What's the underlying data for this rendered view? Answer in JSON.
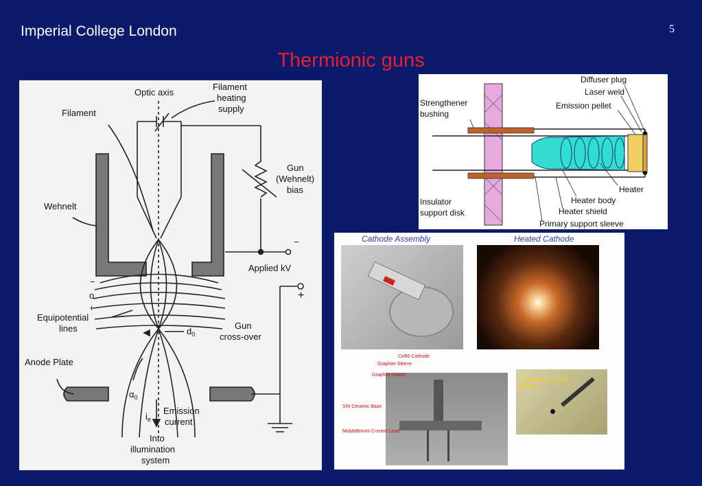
{
  "header": {
    "institution": "Imperial College London",
    "page_number": "5"
  },
  "slide": {
    "title": "Thermionic guns"
  },
  "gun_diagram": {
    "labels": {
      "optic_axis": "Optic axis",
      "filament_heating_1": "Filament",
      "filament_heating_2": "heating",
      "filament_heating_3": "supply",
      "filament": "Filament",
      "gun_bias_1": "Gun",
      "gun_bias_2": "(Wehnelt)",
      "gun_bias_3": "bias",
      "wehnelt": "Wehnelt",
      "applied_kv": "Applied kV",
      "minus_top": "−",
      "minus": "−",
      "zero": "o",
      "plus": "+",
      "plus_right": "+",
      "equipotential_1": "Equipotential",
      "equipotential_2": "lines",
      "d0": "d",
      "d0_sub": "0",
      "crossover_1": "Gun",
      "crossover_2": "cross-over",
      "anode_plate": "Anode Plate",
      "alpha0": "α",
      "alpha0_sub": "0",
      "ie": "i",
      "ie_sub": "e",
      "emission_1": "Emission",
      "emission_2": "current",
      "into_1": "Into",
      "into_2": "illumination",
      "into_3": "system"
    }
  },
  "cathode_diagram": {
    "labels": {
      "diffuser_plug": "Diffuser plug",
      "laser_weld": "Laser weld",
      "emission_pellet": "Emission pellet",
      "strengthener_1": "Strengthener",
      "strengthener_2": "bushing",
      "heater": "Heater",
      "heater_body": "Heater body",
      "heater_shield": "Heater shield",
      "primary_sleeve": "Primary support sleeve",
      "insulator_1": "Insulator",
      "insulator_2": "support disk"
    }
  },
  "photos": {
    "cathode_assembly": "Cathode Assembly",
    "heated_cathode": "Heated Cathode",
    "ceb6_cathode": "CeB6 Cathode",
    "graphite_sleeve": "Graphite Sleeve",
    "graphite_heater": "Graphite Heater",
    "sin_base": "SiN Ceramic Base",
    "molybdenum_lead": "Molybdenum Current Lead",
    "single_crystal_1": "CeB6 Single Crystal",
    "single_crystal_2": "Φ 3mm"
  },
  "colors": {
    "background": "#0b1a6b",
    "title": "#e8202a",
    "header": "#ffffff",
    "heater": "#33ddd0",
    "pellet": "#f0d060",
    "bushing": "#c0602a",
    "insulator": "#e8a8e0"
  }
}
